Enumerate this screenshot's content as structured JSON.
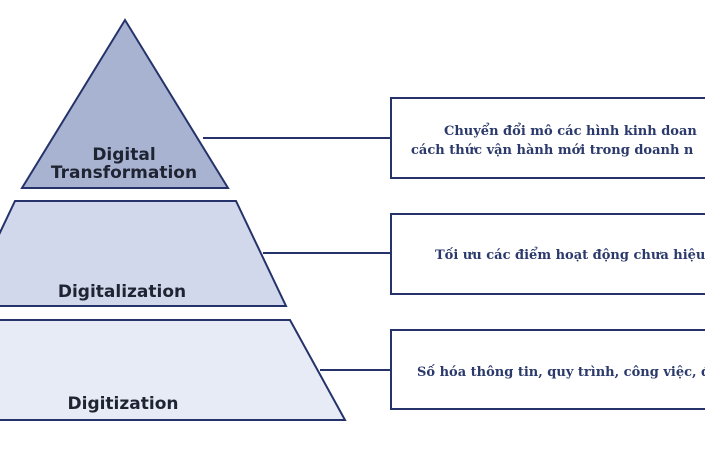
{
  "colors": {
    "tier_top": "#a8b3d1",
    "tier_middle": "#d1d8eb",
    "tier_bottom": "#e7ebf5",
    "outline": "#25336a",
    "label_text": "#1f2433",
    "description_text": "#2b3a6b"
  },
  "tiers": [
    {
      "id": "transformation",
      "label_lines": [
        "Digital",
        "Transformation"
      ],
      "description_lines": [
        "Chuyển đổi mô các hình kinh doan",
        "cách thức vận hành mới trong doanh n"
      ]
    },
    {
      "id": "digitalization",
      "label_lines": [
        "Digitalization"
      ],
      "description_lines": [
        "Tối ưu các điểm hoạt động chưa hiệu"
      ]
    },
    {
      "id": "digitization",
      "label_lines": [
        "Digitization"
      ],
      "description_lines": [
        "Số hóa thông tin, quy trình, công việc, đ"
      ]
    }
  ]
}
